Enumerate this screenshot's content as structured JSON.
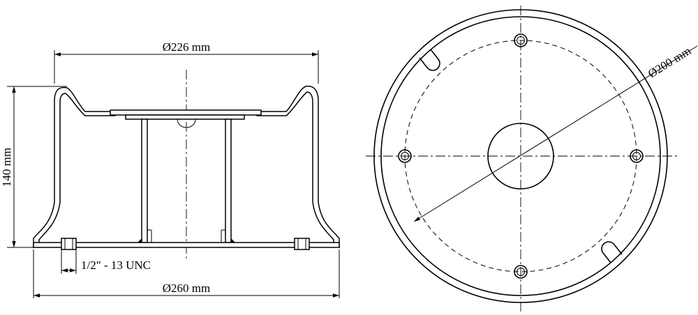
{
  "dimensions": {
    "top_diameter": "Ø226 mm",
    "height": "140 mm",
    "thread": "1/2\" - 13 UNC",
    "base_diameter": "Ø260 mm",
    "bolt_circle": "Ø200 mm"
  }
}
